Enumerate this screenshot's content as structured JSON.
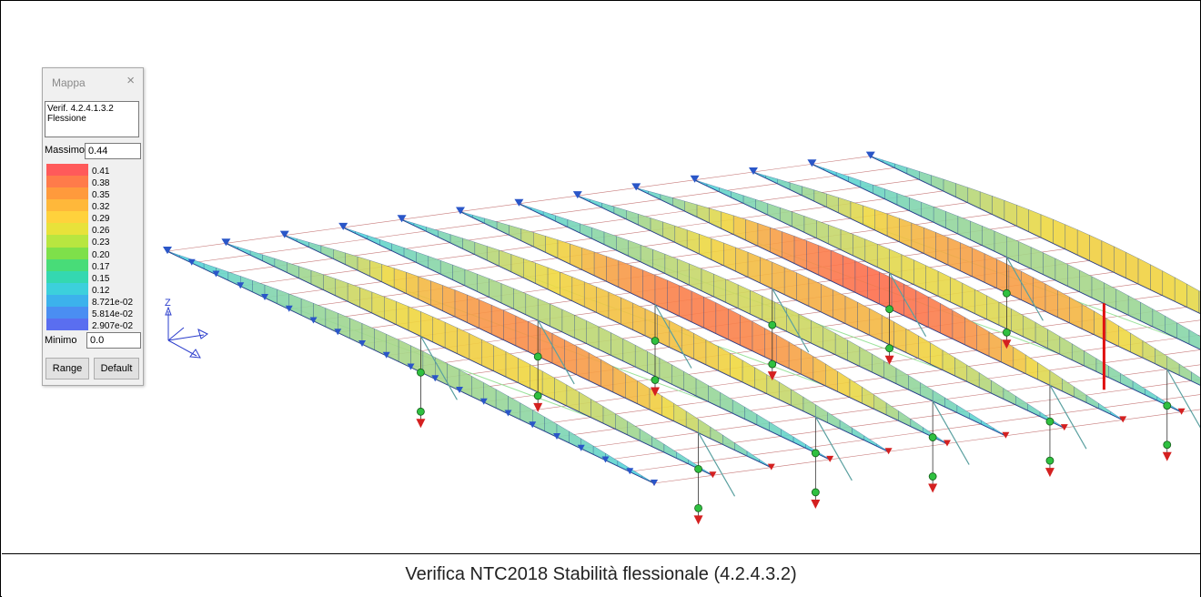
{
  "caption": "Verifica NTC2018 Stabilità flessionale (4.2.4.3.2)",
  "axis_label": "Z",
  "mappa": {
    "title": "Mappa",
    "close_glyph": "×",
    "close_icon": "close-icon",
    "verifica_line1": "Verif. 4.2.4.1.3.2",
    "verifica_line2": "Flessione",
    "massimo_label": "Massimo",
    "massimo_value": "0.44",
    "minimo_label": "Minimo",
    "minimo_value": "0.0",
    "range_button": "Range",
    "default_button": "Default",
    "legend_values": [
      "0.41",
      "0.38",
      "0.35",
      "0.32",
      "0.29",
      "0.26",
      "0.23",
      "0.20",
      "0.17",
      "0.15",
      "0.12",
      "8.721e-02",
      "5.814e-02",
      "2.907e-02"
    ],
    "legend_colors": [
      "#ff5a5a",
      "#ff7b4a",
      "#ff9a3c",
      "#ffb83a",
      "#ffd23c",
      "#e8e23a",
      "#b8e640",
      "#7ee04a",
      "#48dc78",
      "#34d8b0",
      "#3cd0dc",
      "#3cb2ec",
      "#4a8ef2",
      "#5a6ef0"
    ]
  },
  "palette": {
    "low": "#46d4ea",
    "mid": "#f0d840",
    "high": "#ff5a50",
    "frame": "#1c2f8a",
    "support": "#2a56c8",
    "restraint": "#d42020",
    "node": "#2fc040"
  }
}
